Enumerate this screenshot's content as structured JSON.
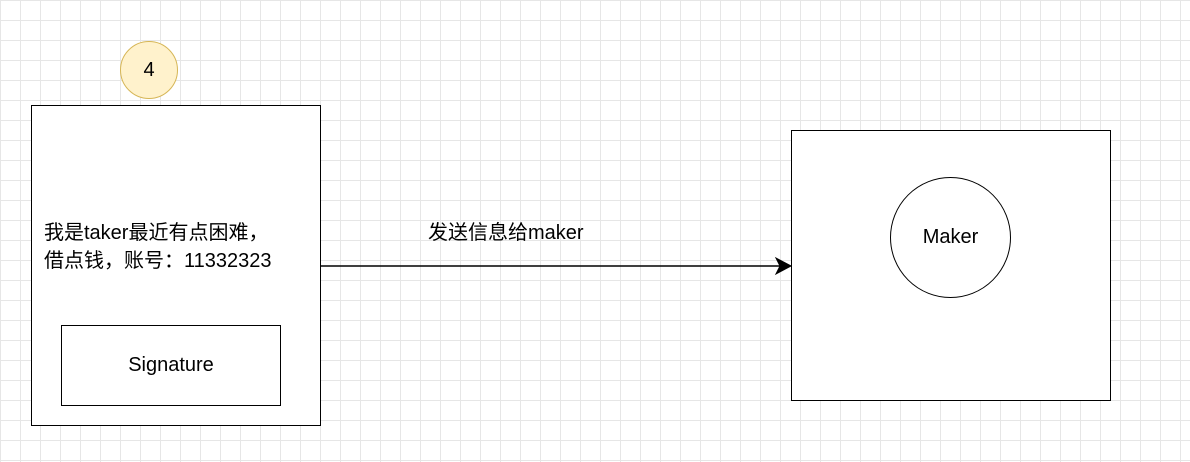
{
  "step_badge": {
    "label": "4",
    "fill": "#fff2cc",
    "stroke": "#d6b656"
  },
  "taker": {
    "message_lines": [
      "我是taker最近有点困难，",
      "借点钱，账号：11332323"
    ],
    "signature_label": "Signature"
  },
  "edge": {
    "label": "发送信息给maker"
  },
  "maker": {
    "circle_label": "Maker"
  },
  "canvas": {
    "grid_color": "#e6e6e6",
    "background": "#ffffff"
  }
}
